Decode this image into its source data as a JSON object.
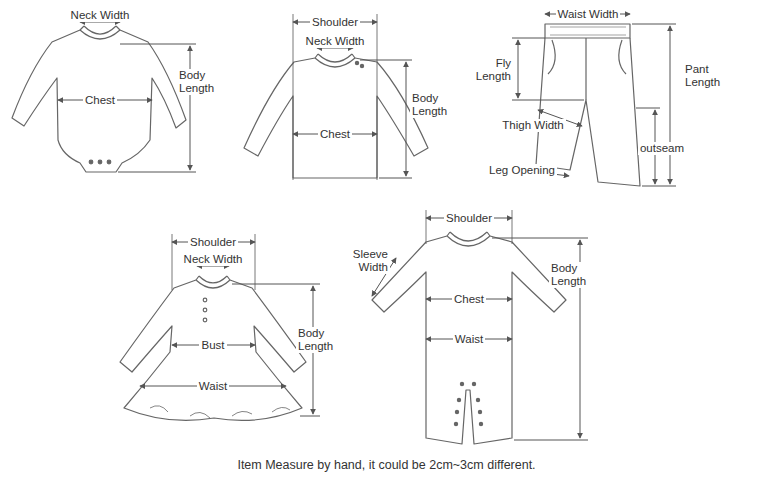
{
  "diagram": {
    "caption": "Item Measure by hand, it could be 2cm~3cm different.",
    "labels": [
      "Neck Width",
      "Body Length",
      "Chest",
      "Shoulder",
      "Neck Width",
      "Body Length",
      "Chest",
      "Waist Width",
      "Fly Length",
      "Pant Length",
      "Thigh Width",
      "outseam",
      "Leg Opening",
      "Shoulder",
      "Neck Width",
      "Body Length",
      "Bust",
      "Waist",
      "Shoulder",
      "Sleeve Width",
      "Body Length",
      "Chest",
      "Waist"
    ]
  }
}
